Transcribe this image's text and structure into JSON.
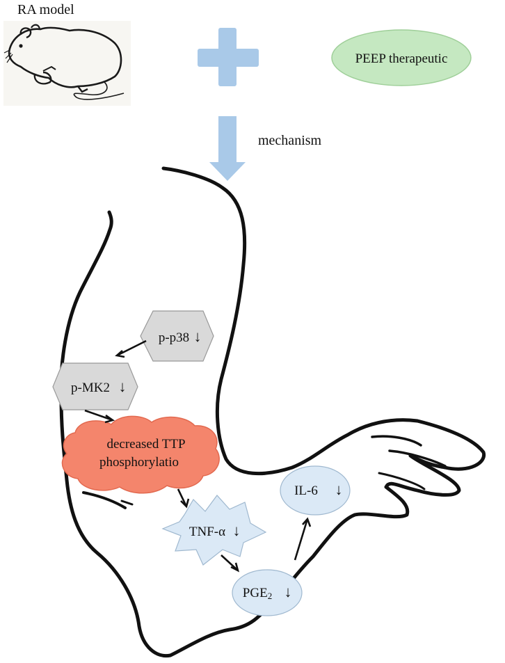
{
  "ra_model": {
    "title": "RA model",
    "icon": "rat-icon"
  },
  "plus": {
    "icon": "plus-icon",
    "color": "#a9c9e8"
  },
  "therapeutic": {
    "label": "PEEP therapeutic",
    "fill": "#c5e8c1",
    "stroke": "#9fcf99"
  },
  "mechanism": {
    "label": "mechanism",
    "arrow_color": "#a9c9e8"
  },
  "pathway": {
    "p38": {
      "label": "p-p38",
      "direction": "↓",
      "fill": "#d9d9d9"
    },
    "mk2": {
      "label": "p-MK2",
      "direction": "↓",
      "fill": "#d9d9d9"
    },
    "ttp": {
      "line1": "decreased  TTP",
      "line2": "phosphorylatio",
      "fill": "#f4856c",
      "stroke": "#e2694f"
    },
    "tnf": {
      "label": "TNF-α",
      "direction": "↓",
      "fill": "#dbe9f6"
    },
    "pge2": {
      "label": "PGE",
      "subscript": "2",
      "direction": "↓",
      "fill": "#dbe9f6"
    },
    "il6": {
      "label": "IL-6",
      "direction": "↓",
      "fill": "#dbe9f6"
    }
  }
}
